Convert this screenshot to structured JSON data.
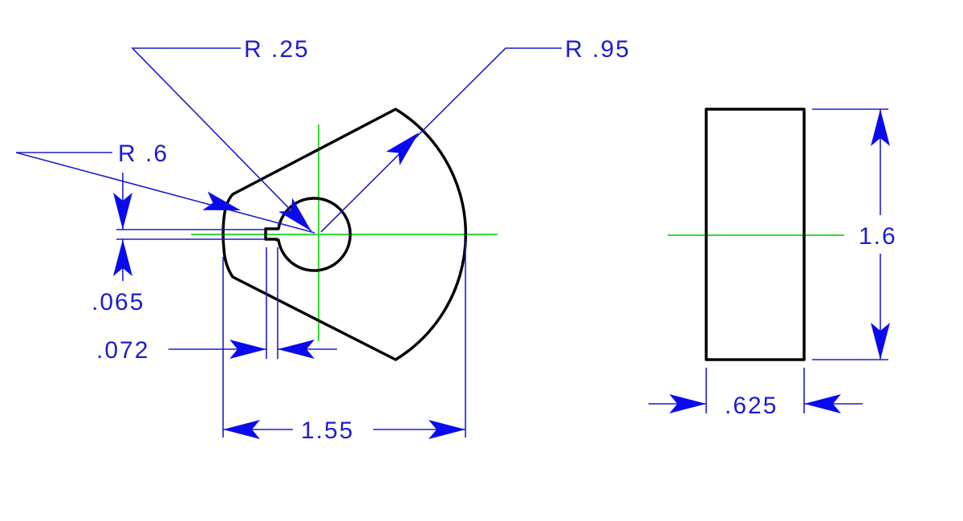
{
  "front_view": {
    "dims": {
      "r_hole": "R .25",
      "r_outer": "R .95",
      "r_left": "R .6",
      "key_height": ".065",
      "key_depth": ".072",
      "overall_width": "1.55"
    }
  },
  "side_view": {
    "dims": {
      "height": "1.6",
      "thickness": ".625"
    }
  },
  "colors": {
    "object": "#000000",
    "dimension": "#1c1ccf",
    "arrow": "#0a0aee",
    "centerline": "#33dd33"
  }
}
